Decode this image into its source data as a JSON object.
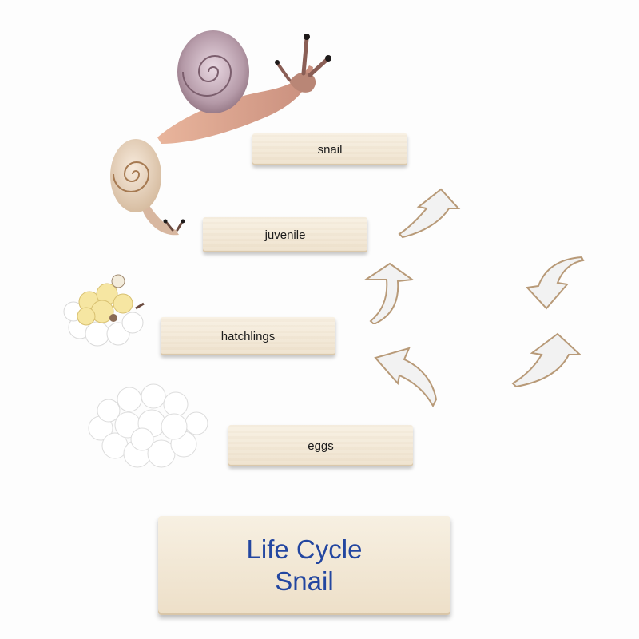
{
  "cards": {
    "snail": "snail",
    "juvenile": "juvenile",
    "hatchlings": "hatchlings",
    "eggs": "eggs"
  },
  "title": {
    "line1": "Life Cycle",
    "line2": "Snail"
  },
  "colors": {
    "wood": "#f3e9d7",
    "title_text": "#2346a0",
    "label_text": "#1b1b1b",
    "arrow": "#f2f2f2"
  },
  "icons": {
    "adult_snail": "adult-snail-icon",
    "juvenile_snail": "juvenile-snail-icon",
    "hatchlings": "hatchlings-icon",
    "eggs": "eggs-icon",
    "arrow": "arrow-icon"
  }
}
